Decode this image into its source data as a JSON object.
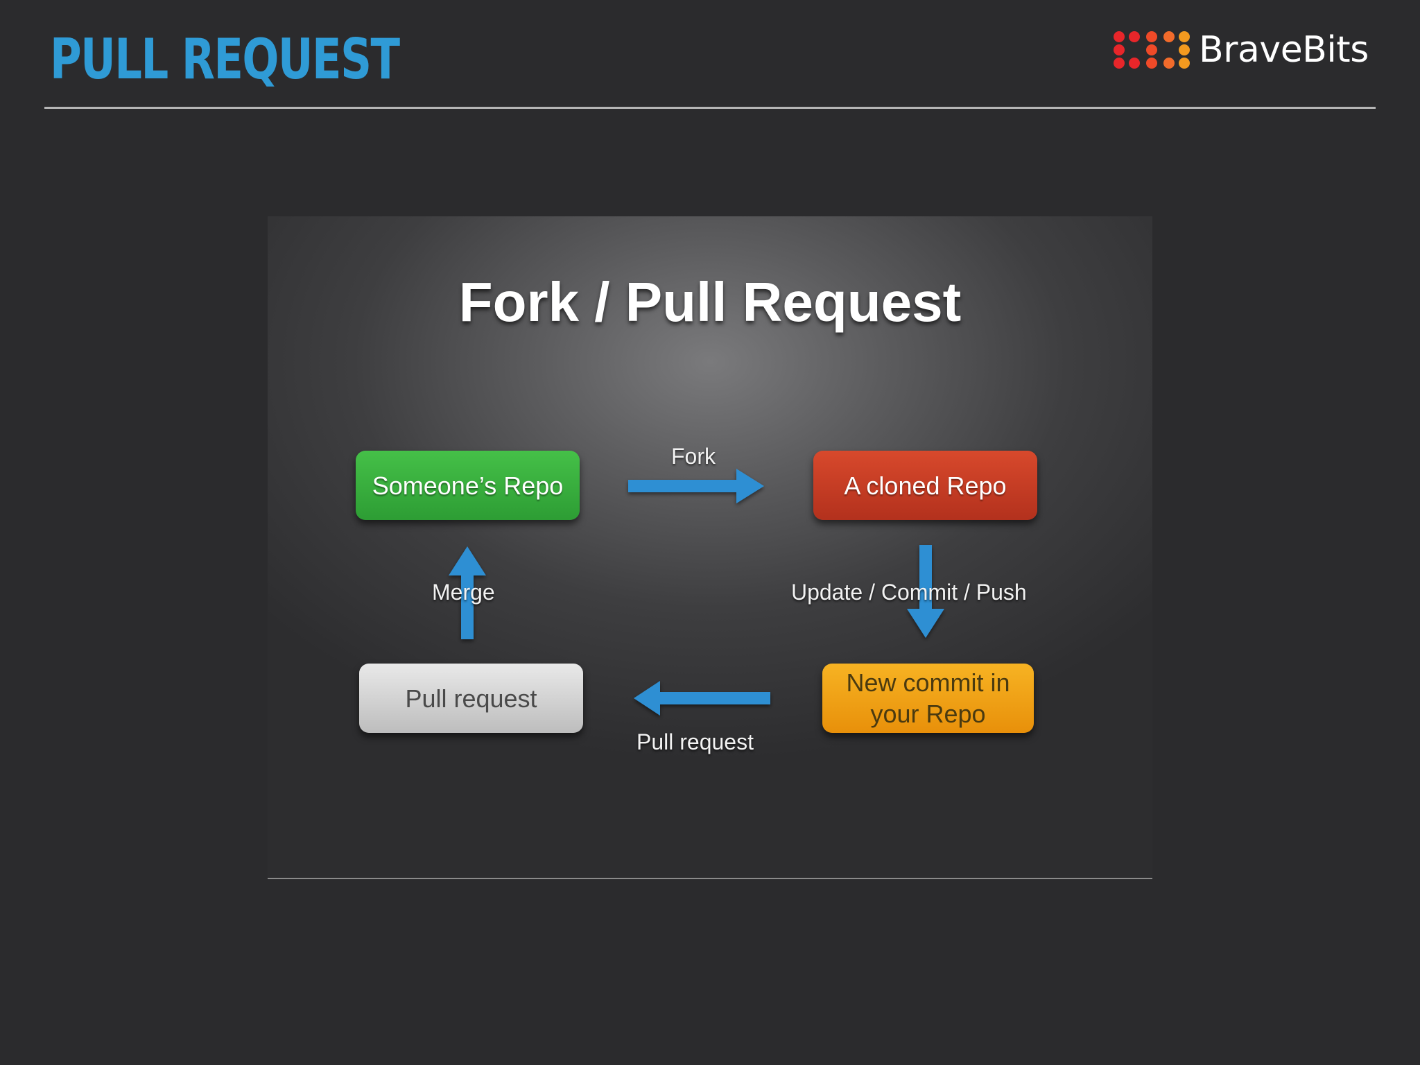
{
  "header": {
    "title": "PULL REQUEST",
    "brand": "BraveBits",
    "logo_colors": [
      "#e8262a",
      "#f26b2b",
      "#f39a1f"
    ]
  },
  "diagram": {
    "title": "Fork / Pull Request",
    "nodes": {
      "someones_repo": "Someone’s Repo",
      "cloned_repo": "A cloned Repo",
      "pull_request": "Pull request",
      "new_commit": "New commit in your Repo"
    },
    "edges": {
      "fork": "Fork",
      "update": "Update / Commit / Push",
      "pull_request": "Pull request",
      "merge": "Merge"
    },
    "colors": {
      "arrow": "#2f8fd3",
      "green": "#38ae3d",
      "red": "#c63d24",
      "gray": "#d4d4d4",
      "orange": "#f0a215"
    }
  }
}
